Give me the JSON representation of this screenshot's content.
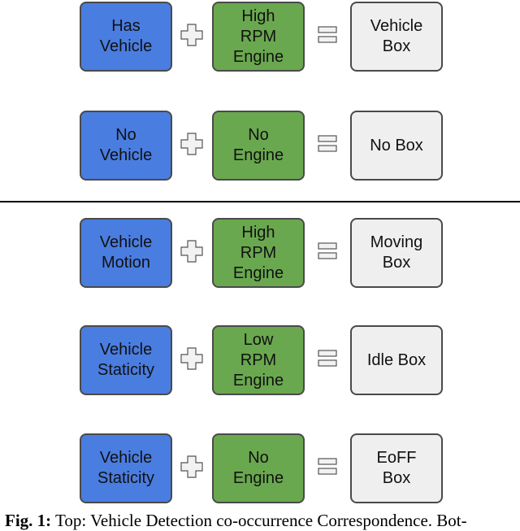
{
  "rows": [
    {
      "input1": "Has\nVehicle",
      "input2": "High\nRPM\nEngine",
      "result": "Vehicle\nBox"
    },
    {
      "input1": "No\nVehicle",
      "input2": "No\nEngine",
      "result": "No Box"
    },
    {
      "input1": "Vehicle\nMotion",
      "input2": "High\nRPM\nEngine",
      "result": "Moving\nBox"
    },
    {
      "input1": "Vehicle\nStaticity",
      "input2": "Low\nRPM\nEngine",
      "result": "Idle Box"
    },
    {
      "input1": "Vehicle\nStaticity",
      "input2": "No\nEngine",
      "result": "EoFF\nBox"
    }
  ],
  "colors": {
    "input1_fill": "#4a7de0",
    "input2_fill": "#6aa84f",
    "result_fill": "#efefef",
    "operator_fill": "#f2f2f2",
    "stroke": "#4a4a4a"
  },
  "caption": {
    "label": "Fig. 1:",
    "text": "Top: Vehicle Detection co-occurrence Correspondence. Bot-"
  }
}
